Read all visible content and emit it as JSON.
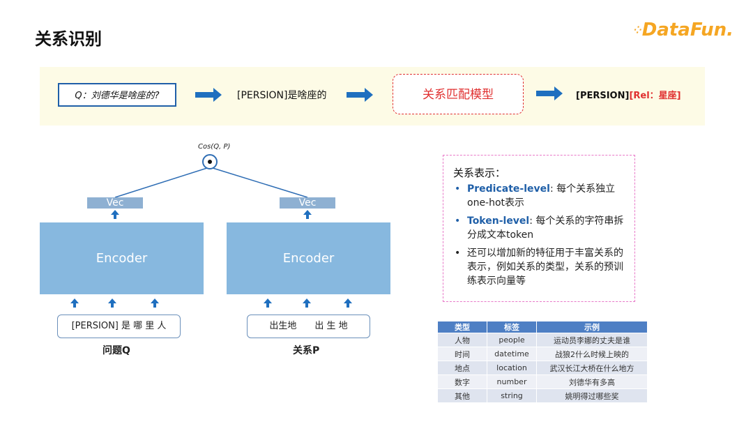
{
  "page": {
    "title": "关系识别",
    "logo_text": "DataFun."
  },
  "pipeline": {
    "question": "Q：刘德华是啥座的?",
    "template": "[PERSION]是啥座的",
    "model": "关系匹配模型",
    "result_prefix": "[PERSION]",
    "result_rel": "[Rel：星座]"
  },
  "diagram": {
    "cos_label": "Cos(Q, P)",
    "left": {
      "vec": "Vec",
      "encoder": "Encoder",
      "input": "[PERSION] 是 哪 里 人",
      "caption": "问题Q"
    },
    "right": {
      "vec": "Vec",
      "encoder": "Encoder",
      "input": "出生地　　出 生 地",
      "caption": "关系P"
    }
  },
  "representation": {
    "heading": "关系表示：",
    "items": [
      {
        "keyword": "Predicate-level",
        "text": ": 每个关系独立one-hot表示"
      },
      {
        "keyword": "Token-level",
        "text": ": 每个关系的字符串拆分成文本token"
      },
      {
        "keyword": "",
        "text": "还可以增加新的特征用于丰富关系的表示，例如关系的类型，关系的预训练表示向量等"
      }
    ]
  },
  "relation_table": {
    "columns": [
      "类型",
      "标签",
      "示例"
    ],
    "rows": [
      [
        "人物",
        "people",
        "运动员李娜的丈夫是谁"
      ],
      [
        "时间",
        "datetime",
        "战狼2什么时候上映的"
      ],
      [
        "地点",
        "location",
        "武汉长江大桥在什么地方"
      ],
      [
        "数字",
        "number",
        "刘德华有多高"
      ],
      [
        "其他",
        "string",
        "姚明得过哪些奖"
      ]
    ]
  },
  "colors": {
    "accent_blue": "#1f5fa8",
    "red": "#e03030",
    "encoder": "#87b8df",
    "band": "#fdfbe6",
    "logo": "#f5a623"
  }
}
